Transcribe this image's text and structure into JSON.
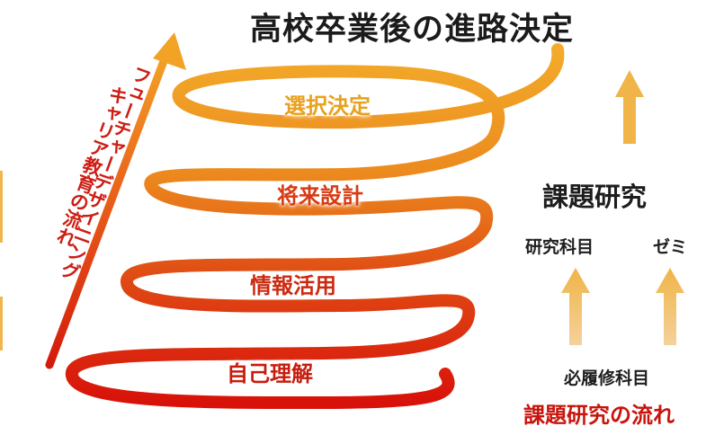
{
  "title": "高校卒業後の進路決定",
  "spiral": {
    "loops": [
      "選択決定",
      "将来設計",
      "情報活用",
      "自己理解"
    ]
  },
  "left_arrow": {
    "line1": "フューチャーデザイニング",
    "line2": "キャリア教育の流れ"
  },
  "right_panel": {
    "title": "課題研究",
    "sub_left": "研究科目",
    "sub_right": "ゼミ",
    "required": "必履修科目",
    "flow_label": "課題研究の流れ"
  },
  "colors": {
    "orange": "#f0a726",
    "red": "#d8260f",
    "arrow_light": "#f3c36b"
  }
}
